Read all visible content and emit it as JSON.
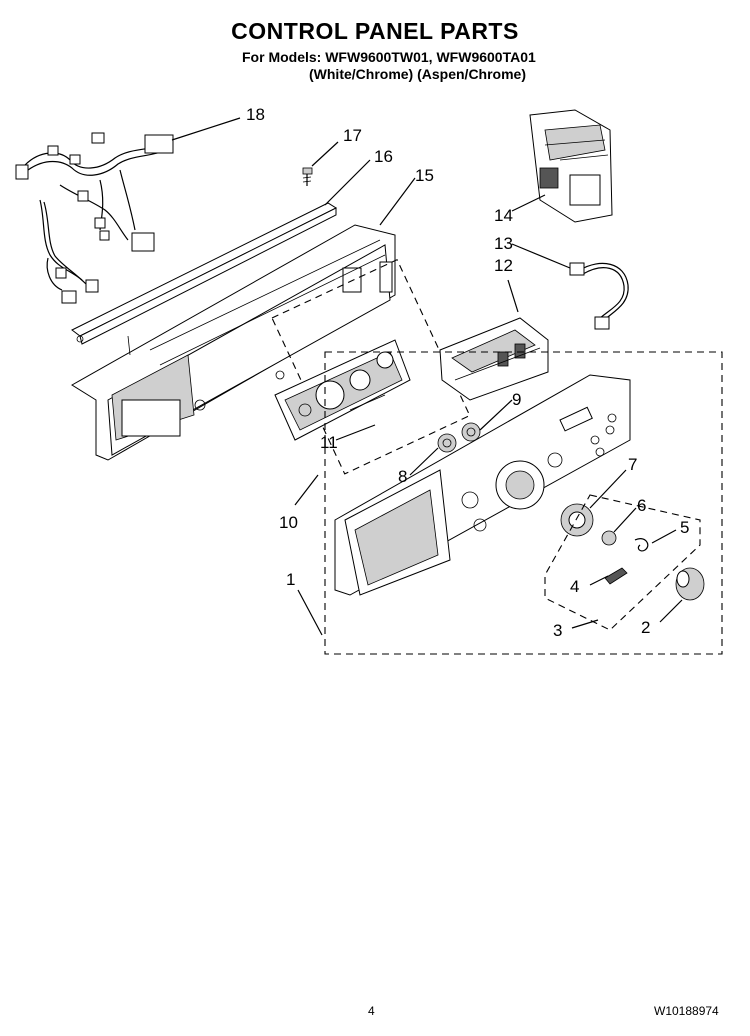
{
  "header": {
    "title": "CONTROL PANEL PARTS",
    "models_line": "For Models: WFW9600TW01, WFW9600TA01",
    "variants_line": "(White/Chrome)  (Aspen/Chrome)"
  },
  "callouts": {
    "c1": "1",
    "c2": "2",
    "c3": "3",
    "c4": "4",
    "c5": "5",
    "c6": "6",
    "c7": "7",
    "c8": "8",
    "c9": "9",
    "c10": "10",
    "c11": "11",
    "c12": "12",
    "c13": "13",
    "c14": "14",
    "c15": "15",
    "c16": "16",
    "c17": "17",
    "c18": "18"
  },
  "footer": {
    "page_number": "4",
    "document_number": "W10188974"
  }
}
